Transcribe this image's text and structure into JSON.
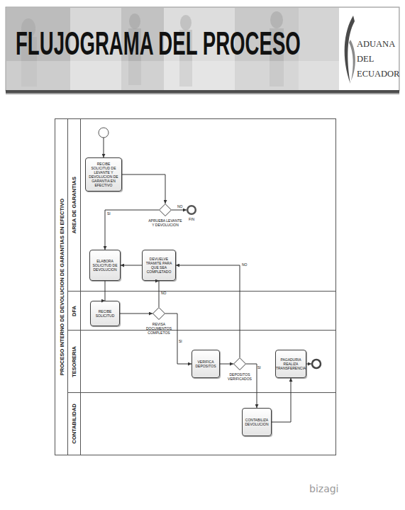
{
  "diagram": {
    "title": "FLUJOGRAMA DEL PROCESO",
    "nodes": [
      {
        "text": [
          "PROCESO INTERNO DE DEVOLUCION DE GARANTIAS EN EFECTIVO"
        ]
      },
      {
        "text": [
          "AREA DE GARANTIAS"
        ],
        "in": 0
      },
      {
        "text": [
          "DFA"
        ],
        "in": 0
      },
      {
        "text": [
          "TESORERIA"
        ],
        "in": 0
      },
      {
        "text": [
          "CONTABILIDAD"
        ],
        "in": 0
      },
      {
        "text": [
          "RECIBE SOLICITUD DE LEVANTE Y DEVOLUCION DE GARANTIA EN EFECTIVO"
        ],
        "in": 1
      },
      {
        "text": [
          "APRUEBA LEVANTE Y DEVOLUCION"
        ],
        "in": 1
      },
      {
        "text": [
          "FIN"
        ],
        "in": 1
      },
      {
        "text": [
          "ELABORA SOLICITUD DE DEVOLUCION"
        ],
        "in": 1
      },
      {
        "text": [
          "DEVUELVE TRAMITE PARA QUE SEA COMPLETADO"
        ],
        "in": 1
      },
      {
        "text": [
          "RECIBE SOLICITUD"
        ],
        "in": 2
      },
      {
        "text": [
          "REVISA DOCUMENTOS COMPLETOS"
        ],
        "in": 2
      },
      {
        "text": [
          "VERIFICA DEPOSITOS"
        ],
        "in": 3
      },
      {
        "text": [
          "DEPOSITOS VERIFICADOS"
        ],
        "in": 3
      },
      {
        "text": [
          "PAGADURIA REALIZA TRANSFERENCIA"
        ],
        "in": 3
      },
      {
        "text": [
          "CONTABILIZA DEVOLUCION"
        ],
        "in": 4
      }
    ],
    "edges": [
      {
        "from": 5,
        "to": 6,
        "arrow": "to"
      },
      {
        "from": 6,
        "to": 7,
        "label": "NO",
        "arrow": "to"
      },
      {
        "from": 6,
        "to": 8,
        "label": "SI",
        "arrow": "to"
      },
      {
        "from": 9,
        "to": 8,
        "arrow": "to"
      },
      {
        "from": 8,
        "to": 10,
        "arrow": "to"
      },
      {
        "from": 10,
        "to": 11,
        "arrow": "to"
      },
      {
        "from": 11,
        "to": 9,
        "label": "NO",
        "arrow": "to"
      },
      {
        "from": 11,
        "to": 12,
        "label": "SI",
        "arrow": "to"
      },
      {
        "from": 12,
        "to": 13,
        "arrow": "to"
      },
      {
        "from": 13,
        "to": 9,
        "label": "NO",
        "arrow": "to"
      },
      {
        "from": 13,
        "to": 15,
        "label": "SI",
        "arrow": "to"
      },
      {
        "from": 15,
        "to": 14,
        "arrow": "to"
      }
    ],
    "labels": [
      "ADUANA DEL ECUADOR",
      "bizagi"
    ]
  }
}
